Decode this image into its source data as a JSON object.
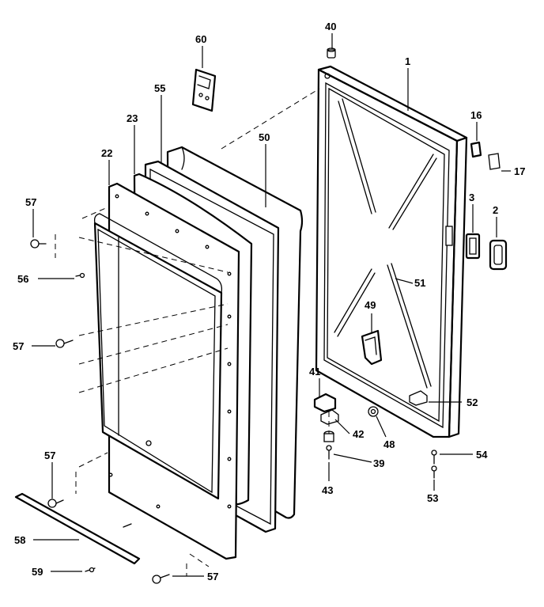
{
  "diagram": {
    "callouts": {
      "c1": "1",
      "c2": "2",
      "c3": "3",
      "c16": "16",
      "c17": "17",
      "c22": "22",
      "c23": "23",
      "c39": "39",
      "c40": "40",
      "c41": "41",
      "c42": "42",
      "c43": "43",
      "c48": "48",
      "c49": "49",
      "c50": "50",
      "c51": "51",
      "c52": "52",
      "c53": "53",
      "c54": "54",
      "c55": "55",
      "c56": "56",
      "c57a": "57",
      "c57b": "57",
      "c57c": "57",
      "c57d": "57",
      "c58": "58",
      "c59": "59",
      "c60": "60"
    }
  }
}
